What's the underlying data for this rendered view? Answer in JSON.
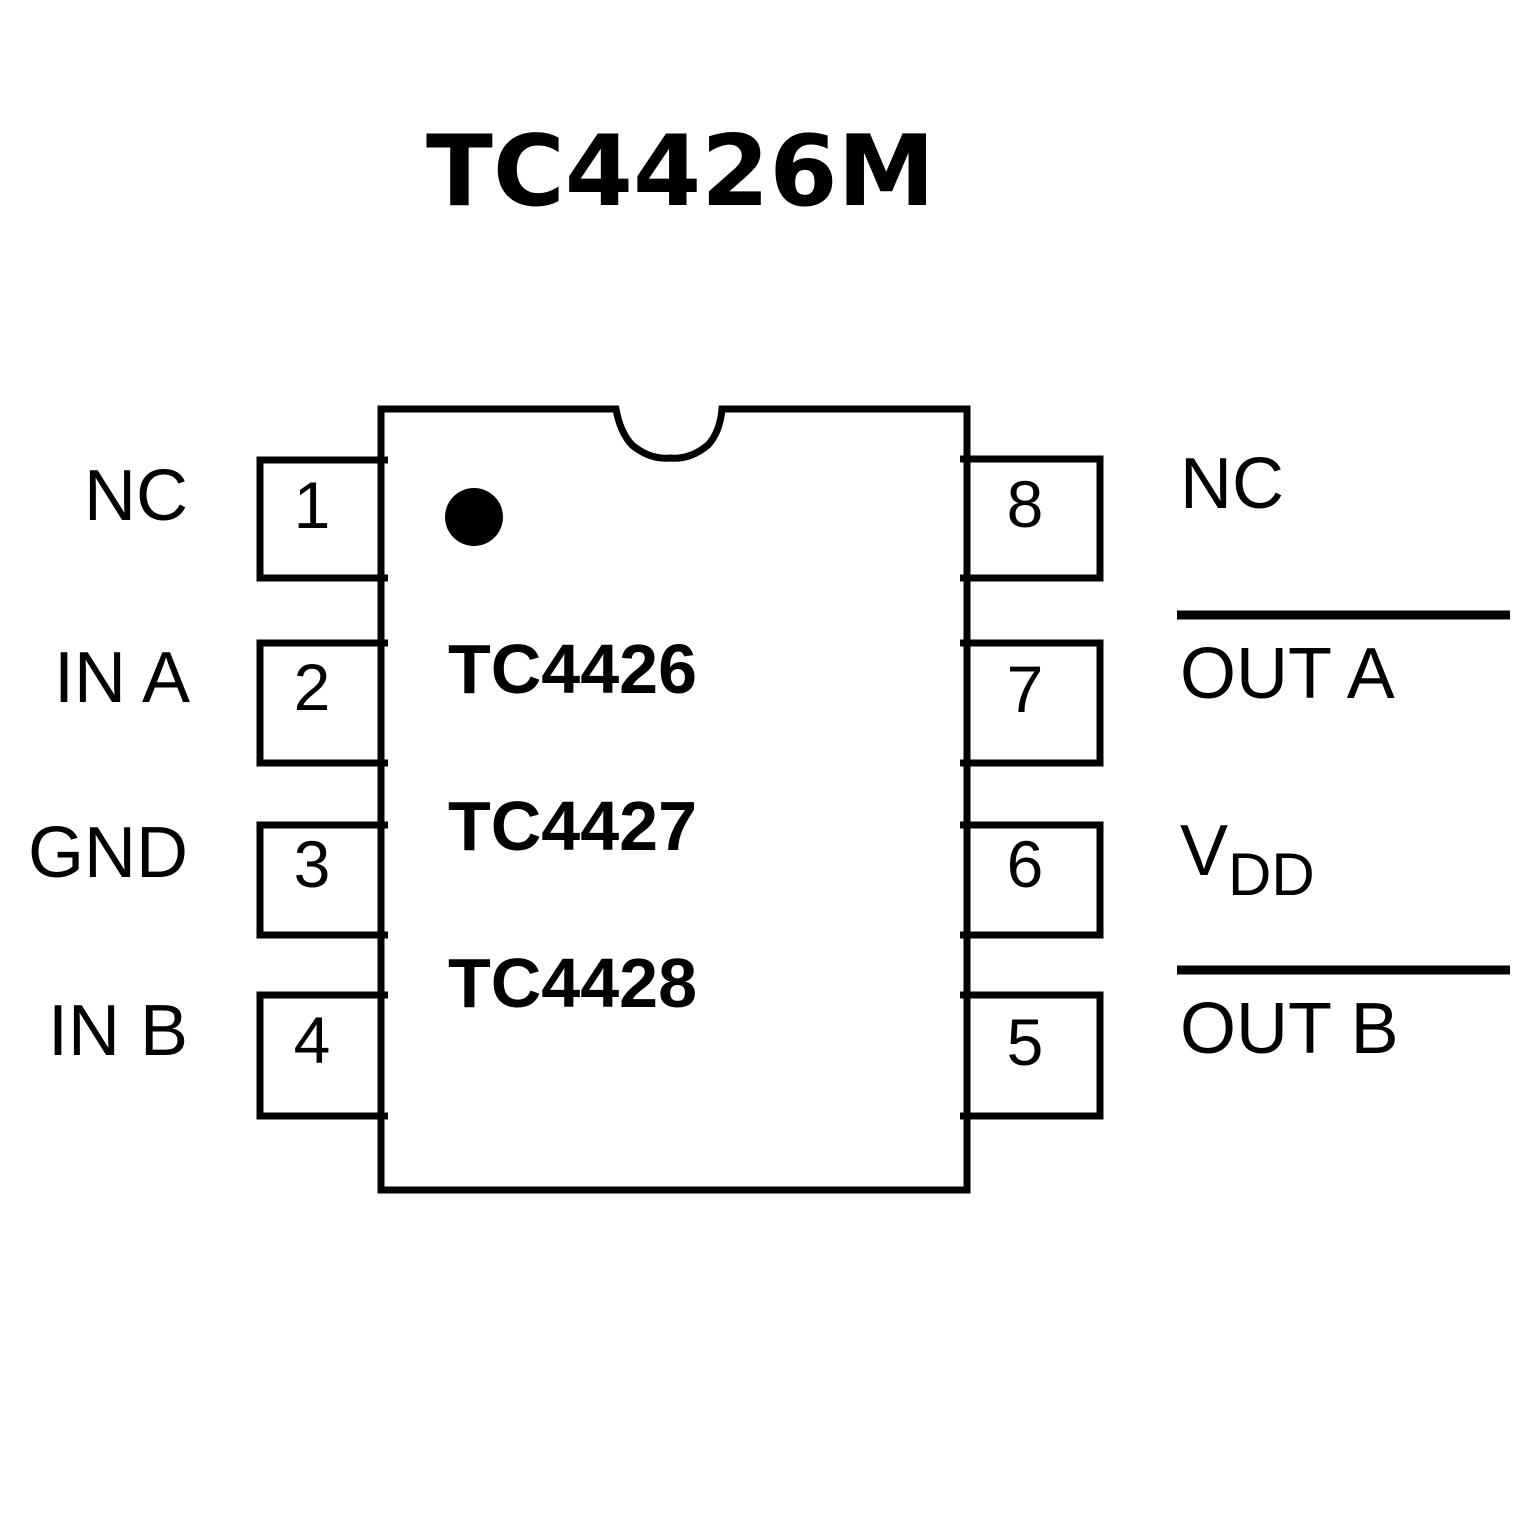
{
  "title": "TC4426M",
  "chip": {
    "part_numbers": [
      "TC4426",
      "TC4427",
      "TC4428"
    ],
    "pin1_marker": "dot",
    "notch": "top-center"
  },
  "pins": [
    {
      "number": "1",
      "label": "NC",
      "side": "left",
      "overline": false
    },
    {
      "number": "2",
      "label": "IN A",
      "side": "left",
      "overline": false
    },
    {
      "number": "3",
      "label": "GND",
      "side": "left",
      "overline": false
    },
    {
      "number": "4",
      "label": "IN B",
      "side": "left",
      "overline": false
    },
    {
      "number": "5",
      "label": "OUT B",
      "side": "right",
      "overline": true
    },
    {
      "number": "6",
      "label": "V",
      "label_sub": "DD",
      "side": "right",
      "overline": false
    },
    {
      "number": "7",
      "label": "OUT A",
      "side": "right",
      "overline": true
    },
    {
      "number": "8",
      "label": "NC",
      "side": "right",
      "overline": false
    }
  ],
  "colors": {
    "ink": "#000000",
    "background": "#ffffff"
  }
}
